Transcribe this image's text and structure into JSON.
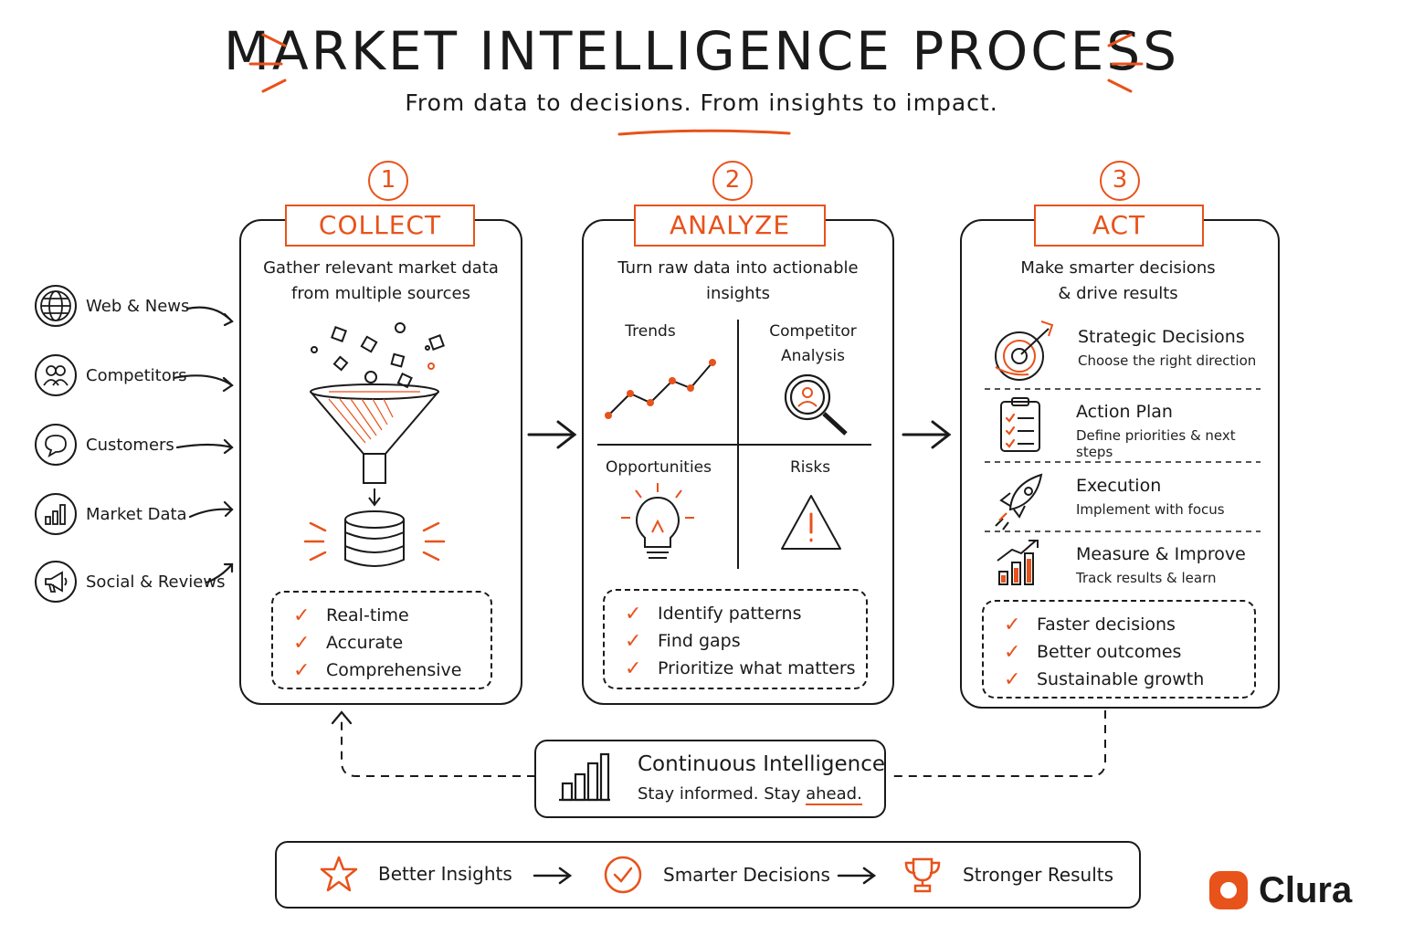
{
  "header": {
    "title": "MARKET INTELLIGENCE PROCESS",
    "subtitle": "From data to decisions. From insights to impact."
  },
  "sources": [
    {
      "label": "Web & News",
      "icon": "globe-icon"
    },
    {
      "label": "Competitors",
      "icon": "people-icon"
    },
    {
      "label": "Customers",
      "icon": "chat-bubble-icon"
    },
    {
      "label": "Market Data",
      "icon": "bar-chart-icon"
    },
    {
      "label": "Social & Reviews",
      "icon": "megaphone-icon"
    }
  ],
  "collect": {
    "number": "1",
    "title": "COLLECT",
    "desc_line1": "Gather relevant market data",
    "desc_line2": "from multiple sources",
    "checks": [
      "Real-time",
      "Accurate",
      "Comprehensive"
    ]
  },
  "analyze": {
    "number": "2",
    "title": "ANALYZE",
    "desc_line1": "Turn raw data into actionable",
    "desc_line2": "insights",
    "quadrants": {
      "trends": "Trends",
      "competitor_line1": "Competitor",
      "competitor_line2": "Analysis",
      "opportunities": "Opportunities",
      "risks": "Risks"
    },
    "checks": [
      "Identify patterns",
      "Find gaps",
      "Prioritize what matters"
    ]
  },
  "act": {
    "number": "3",
    "title": "ACT",
    "desc_line1": "Make smarter decisions",
    "desc_line2": "& drive results",
    "items": [
      {
        "title": "Strategic Decisions",
        "sub": "Choose the right direction"
      },
      {
        "title": "Action Plan",
        "sub": "Define priorities & next steps"
      },
      {
        "title": "Execution",
        "sub": "Implement with focus"
      },
      {
        "title": "Measure & Improve",
        "sub": "Track results & learn"
      }
    ],
    "checks": [
      "Faster decisions",
      "Better outcomes",
      "Sustainable growth"
    ]
  },
  "loop": {
    "title": "Continuous Intelligence",
    "sub_part1": "Stay informed. Stay ",
    "sub_part2": "ahead."
  },
  "outcomes": [
    {
      "label": "Better Insights",
      "icon": "star-icon"
    },
    {
      "label": "Smarter Decisions",
      "icon": "check-circle-icon"
    },
    {
      "label": "Stronger Results",
      "icon": "trophy-icon"
    }
  ],
  "brand": {
    "name": "Clura",
    "accent": "#e8521b"
  },
  "colors": {
    "accent": "#e8521b",
    "ink": "#1a1a1a"
  }
}
